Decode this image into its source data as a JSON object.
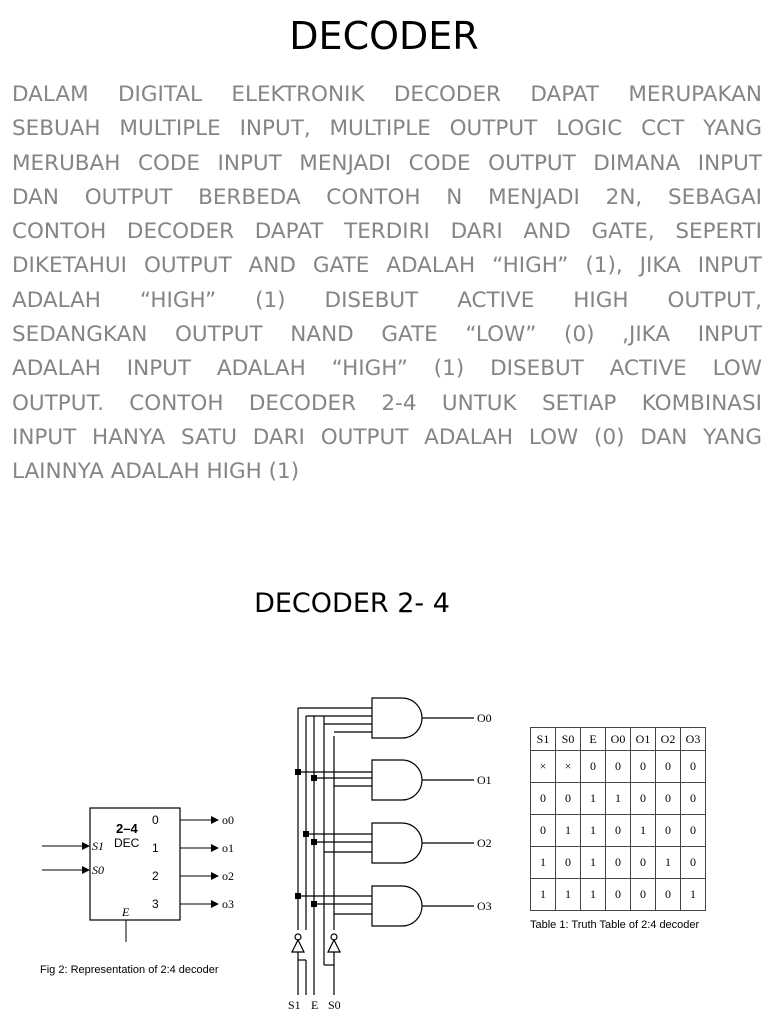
{
  "title": "DECODER",
  "paragraph_lines": [
    "DALAM DIGITAL ELEKTRONIK DECODER DAPAT MERUPAKAN",
    "SEBUAH MULTIPLE INPUT, MULTIPLE OUTPUT LOGIC CCT YANG",
    "MERUBAH CODE INPUT MENJADI CODE OUTPUT DIMANA INPUT",
    "DAN OUTPUT BERBEDA CONTOH N MENJADI 2N, SEBAGAI",
    "CONTOH DECODER DAPAT TERDIRI DARI AND GATE, SEPERTI",
    "DIKETAHUI OUTPUT AND GATE ADALAH “HIGH” (1), JIKA INPUT",
    "ADALAH “HIGH” (1) DISEBUT ACTIVE HIGH OUTPUT,",
    "SEDANGKAN OUTPUT NAND GATE “LOW” (0) ,JIKA INPUT",
    "ADALAH INPUT ADALAH “HIGH” (1) DISEBUT ACTIVE LOW",
    "OUTPUT. CONTOH DECODER 2-4 UNTUK SETIAP KOMBINASI",
    "INPUT HANYA SATU DARI OUTPUT ADALAH LOW (0) DAN YANG",
    "LAINNYA ADALAH HIGH (1)"
  ],
  "subtitle": "DECODER  2- 4",
  "fig2": {
    "block_label_1": "2–4",
    "block_label_2": "DEC",
    "inputs": [
      "S1",
      "S0"
    ],
    "outputs": [
      "0",
      "1",
      "2",
      "3"
    ],
    "output_labels": [
      "o0",
      "o1",
      "o2",
      "o3"
    ],
    "enable": "E",
    "caption": "Fig 2: Representation of 2:4 decoder"
  },
  "circuit": {
    "outputs": [
      "O0",
      "O1",
      "O2",
      "O3"
    ],
    "inputs": [
      "S1",
      "E",
      "S0"
    ]
  },
  "truth_table": {
    "headers": [
      "S1",
      "S0",
      "E",
      "O0",
      "O1",
      "O2",
      "O3"
    ],
    "rows": [
      [
        "×",
        "×",
        "0",
        "0",
        "0",
        "0",
        "0"
      ],
      [
        "0",
        "0",
        "1",
        "1",
        "0",
        "0",
        "0"
      ],
      [
        "0",
        "1",
        "1",
        "0",
        "1",
        "0",
        "0"
      ],
      [
        "1",
        "0",
        "1",
        "0",
        "0",
        "1",
        "0"
      ],
      [
        "1",
        "1",
        "1",
        "0",
        "0",
        "0",
        "1"
      ]
    ],
    "caption": "Table 1: Truth Table of 2:4 decoder"
  }
}
